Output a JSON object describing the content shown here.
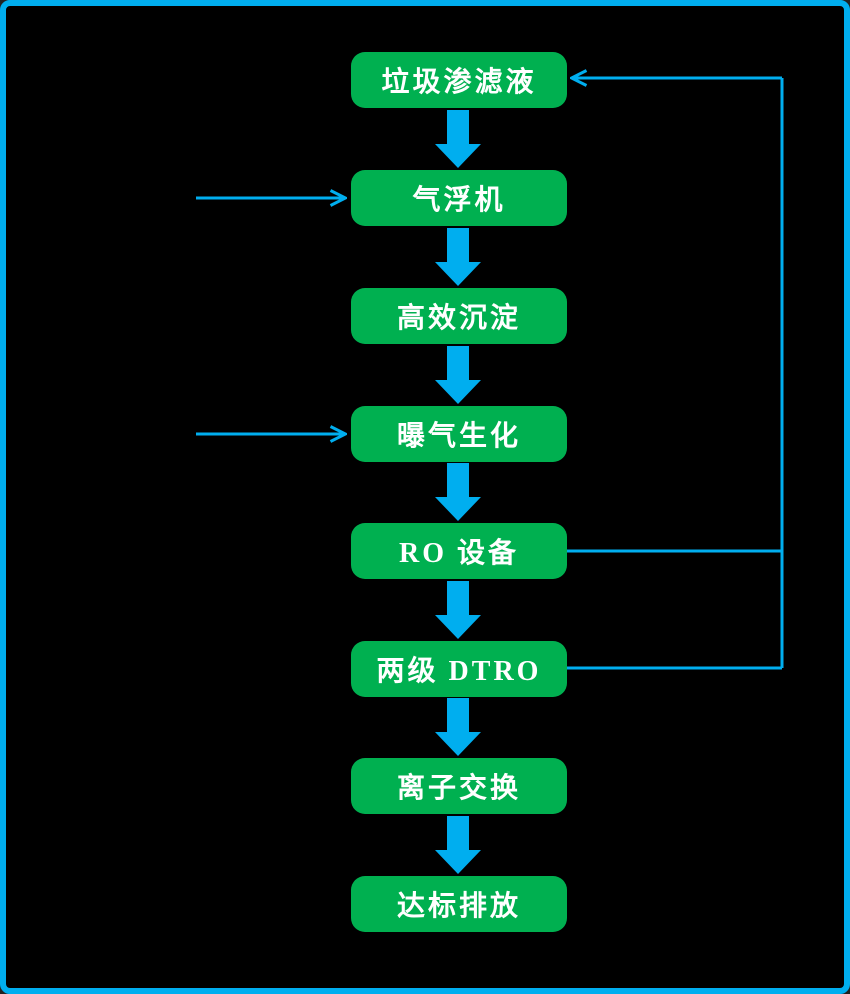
{
  "diagram": {
    "type": "flowchart",
    "subject": "landfill-leachate-treatment-process",
    "colors": {
      "background": "#000000",
      "frame_border": "#00AEEF",
      "node_fill": "#00B050",
      "node_text": "#FFFFFF",
      "arrow": "#00AEEF"
    },
    "nodes": [
      {
        "id": "landfill-leachate",
        "label": "垃圾渗滤液"
      },
      {
        "id": "air-flotation",
        "label": "气浮机"
      },
      {
        "id": "high-efficiency-sedimentation",
        "label": "高效沉淀"
      },
      {
        "id": "aeration-biochemical",
        "label": "曝气生化"
      },
      {
        "id": "ro-equipment",
        "label": "RO 设备"
      },
      {
        "id": "two-stage-dtro",
        "label": "两级 DTRO"
      },
      {
        "id": "ion-exchange",
        "label": "离子交换"
      },
      {
        "id": "standard-discharge",
        "label": "达标排放"
      }
    ],
    "edges": [
      {
        "from": "landfill-leachate",
        "to": "air-flotation",
        "style": "block-arrow-down"
      },
      {
        "from": "air-flotation",
        "to": "high-efficiency-sedimentation",
        "style": "block-arrow-down"
      },
      {
        "from": "high-efficiency-sedimentation",
        "to": "aeration-biochemical",
        "style": "block-arrow-down"
      },
      {
        "from": "aeration-biochemical",
        "to": "ro-equipment",
        "style": "block-arrow-down"
      },
      {
        "from": "ro-equipment",
        "to": "two-stage-dtro",
        "style": "block-arrow-down"
      },
      {
        "from": "two-stage-dtro",
        "to": "ion-exchange",
        "style": "block-arrow-down"
      },
      {
        "from": "ion-exchange",
        "to": "standard-discharge",
        "style": "block-arrow-down"
      },
      {
        "from": "external-left",
        "to": "air-flotation",
        "style": "thin-arrow-right"
      },
      {
        "from": "external-left",
        "to": "aeration-biochemical",
        "style": "thin-arrow-right"
      },
      {
        "from": "ro-equipment",
        "to": "landfill-leachate",
        "style": "thin-return-loop"
      },
      {
        "from": "two-stage-dtro",
        "to": "landfill-leachate",
        "style": "thin-return-loop"
      }
    ]
  }
}
